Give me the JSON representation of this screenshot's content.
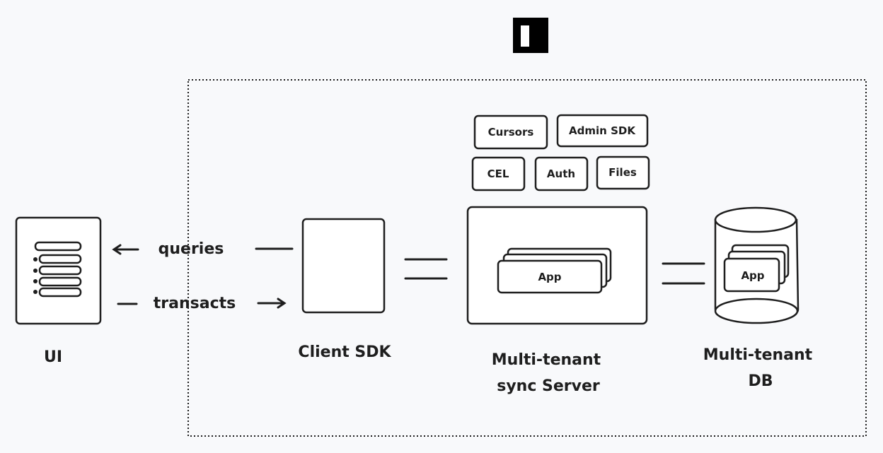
{
  "diagram": {
    "ui_label": "UI",
    "queries_label": "queries",
    "transacts_label": "transacts",
    "client_sdk_label": "Client SDK",
    "server_label_line1": "Multi-tenant",
    "server_label_line2": "sync Server",
    "db_label_line1": "Multi-tenant",
    "db_label_line2": "DB",
    "services": [
      "Cursors",
      "Admin SDK",
      "CEL",
      "Auth",
      "Files"
    ],
    "server_app_label": "App",
    "db_app_label": "App"
  },
  "colors": {
    "stroke": "#1e1e1e",
    "background": "#f8f9fb",
    "box_fill": "#ffffff"
  }
}
